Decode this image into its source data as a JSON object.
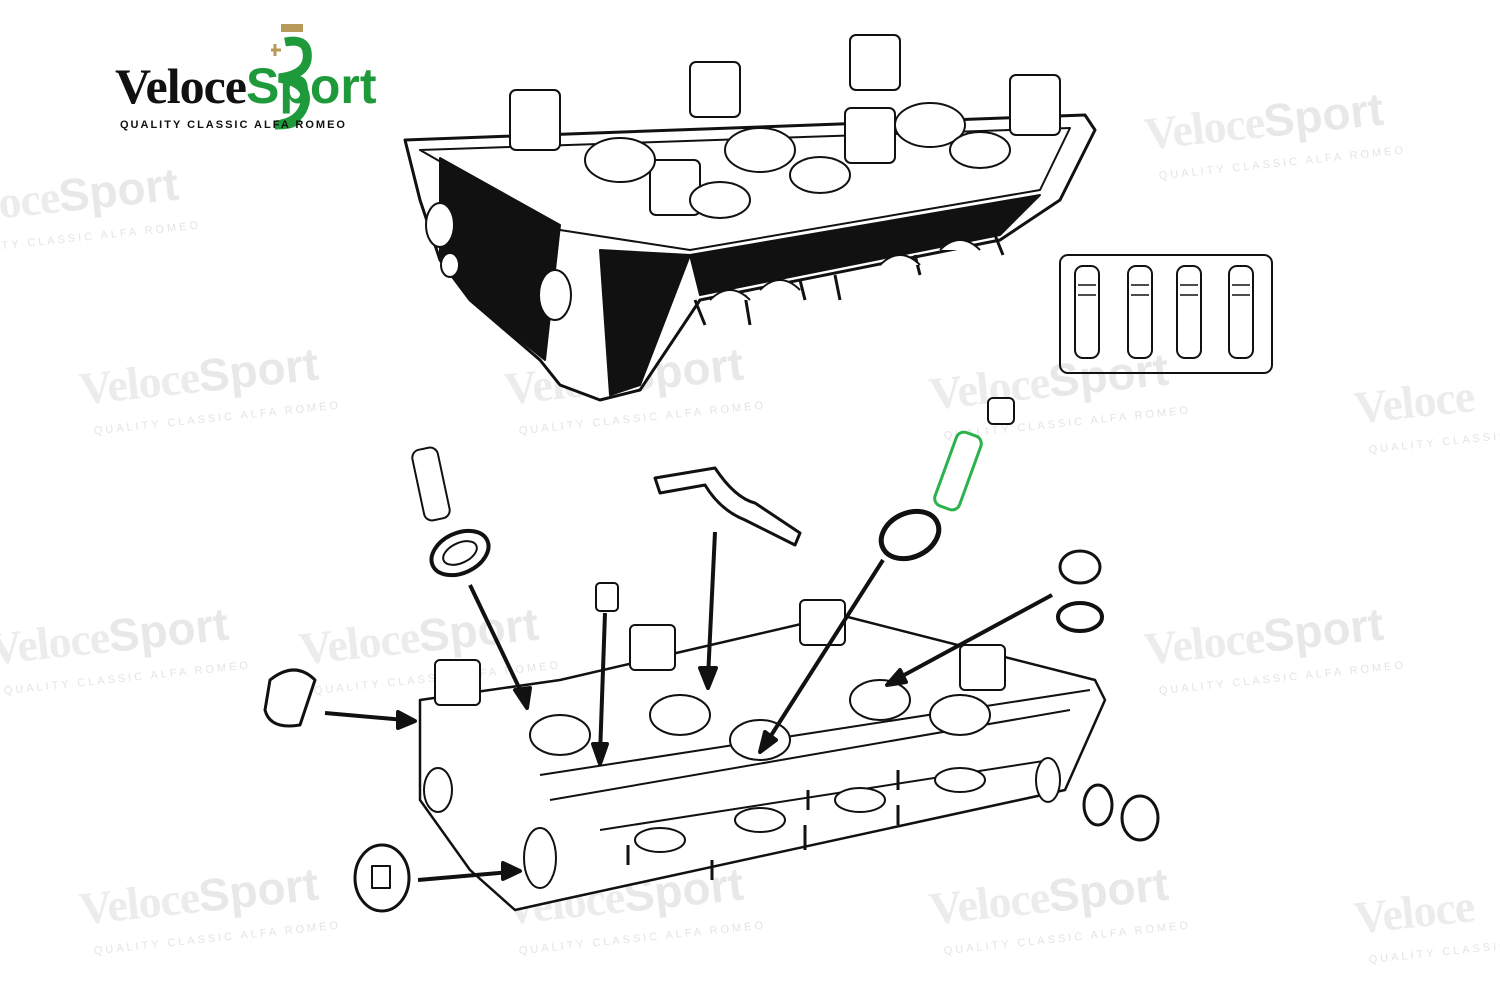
{
  "logo": {
    "brand_left": "Veloce",
    "brand_right": "Sport",
    "tagline": "QUALITY CLASSIC ALFA ROMEO"
  },
  "watermark": {
    "brand_left": "Veloce",
    "brand_right": "Sport",
    "tagline": "QUALITY CLASSIC ALFA ROMEO"
  },
  "colors": {
    "brand_green": "#1f9a3b",
    "highlight_green": "#2bb24c",
    "line": "#111111",
    "watermark": "#ececec"
  }
}
